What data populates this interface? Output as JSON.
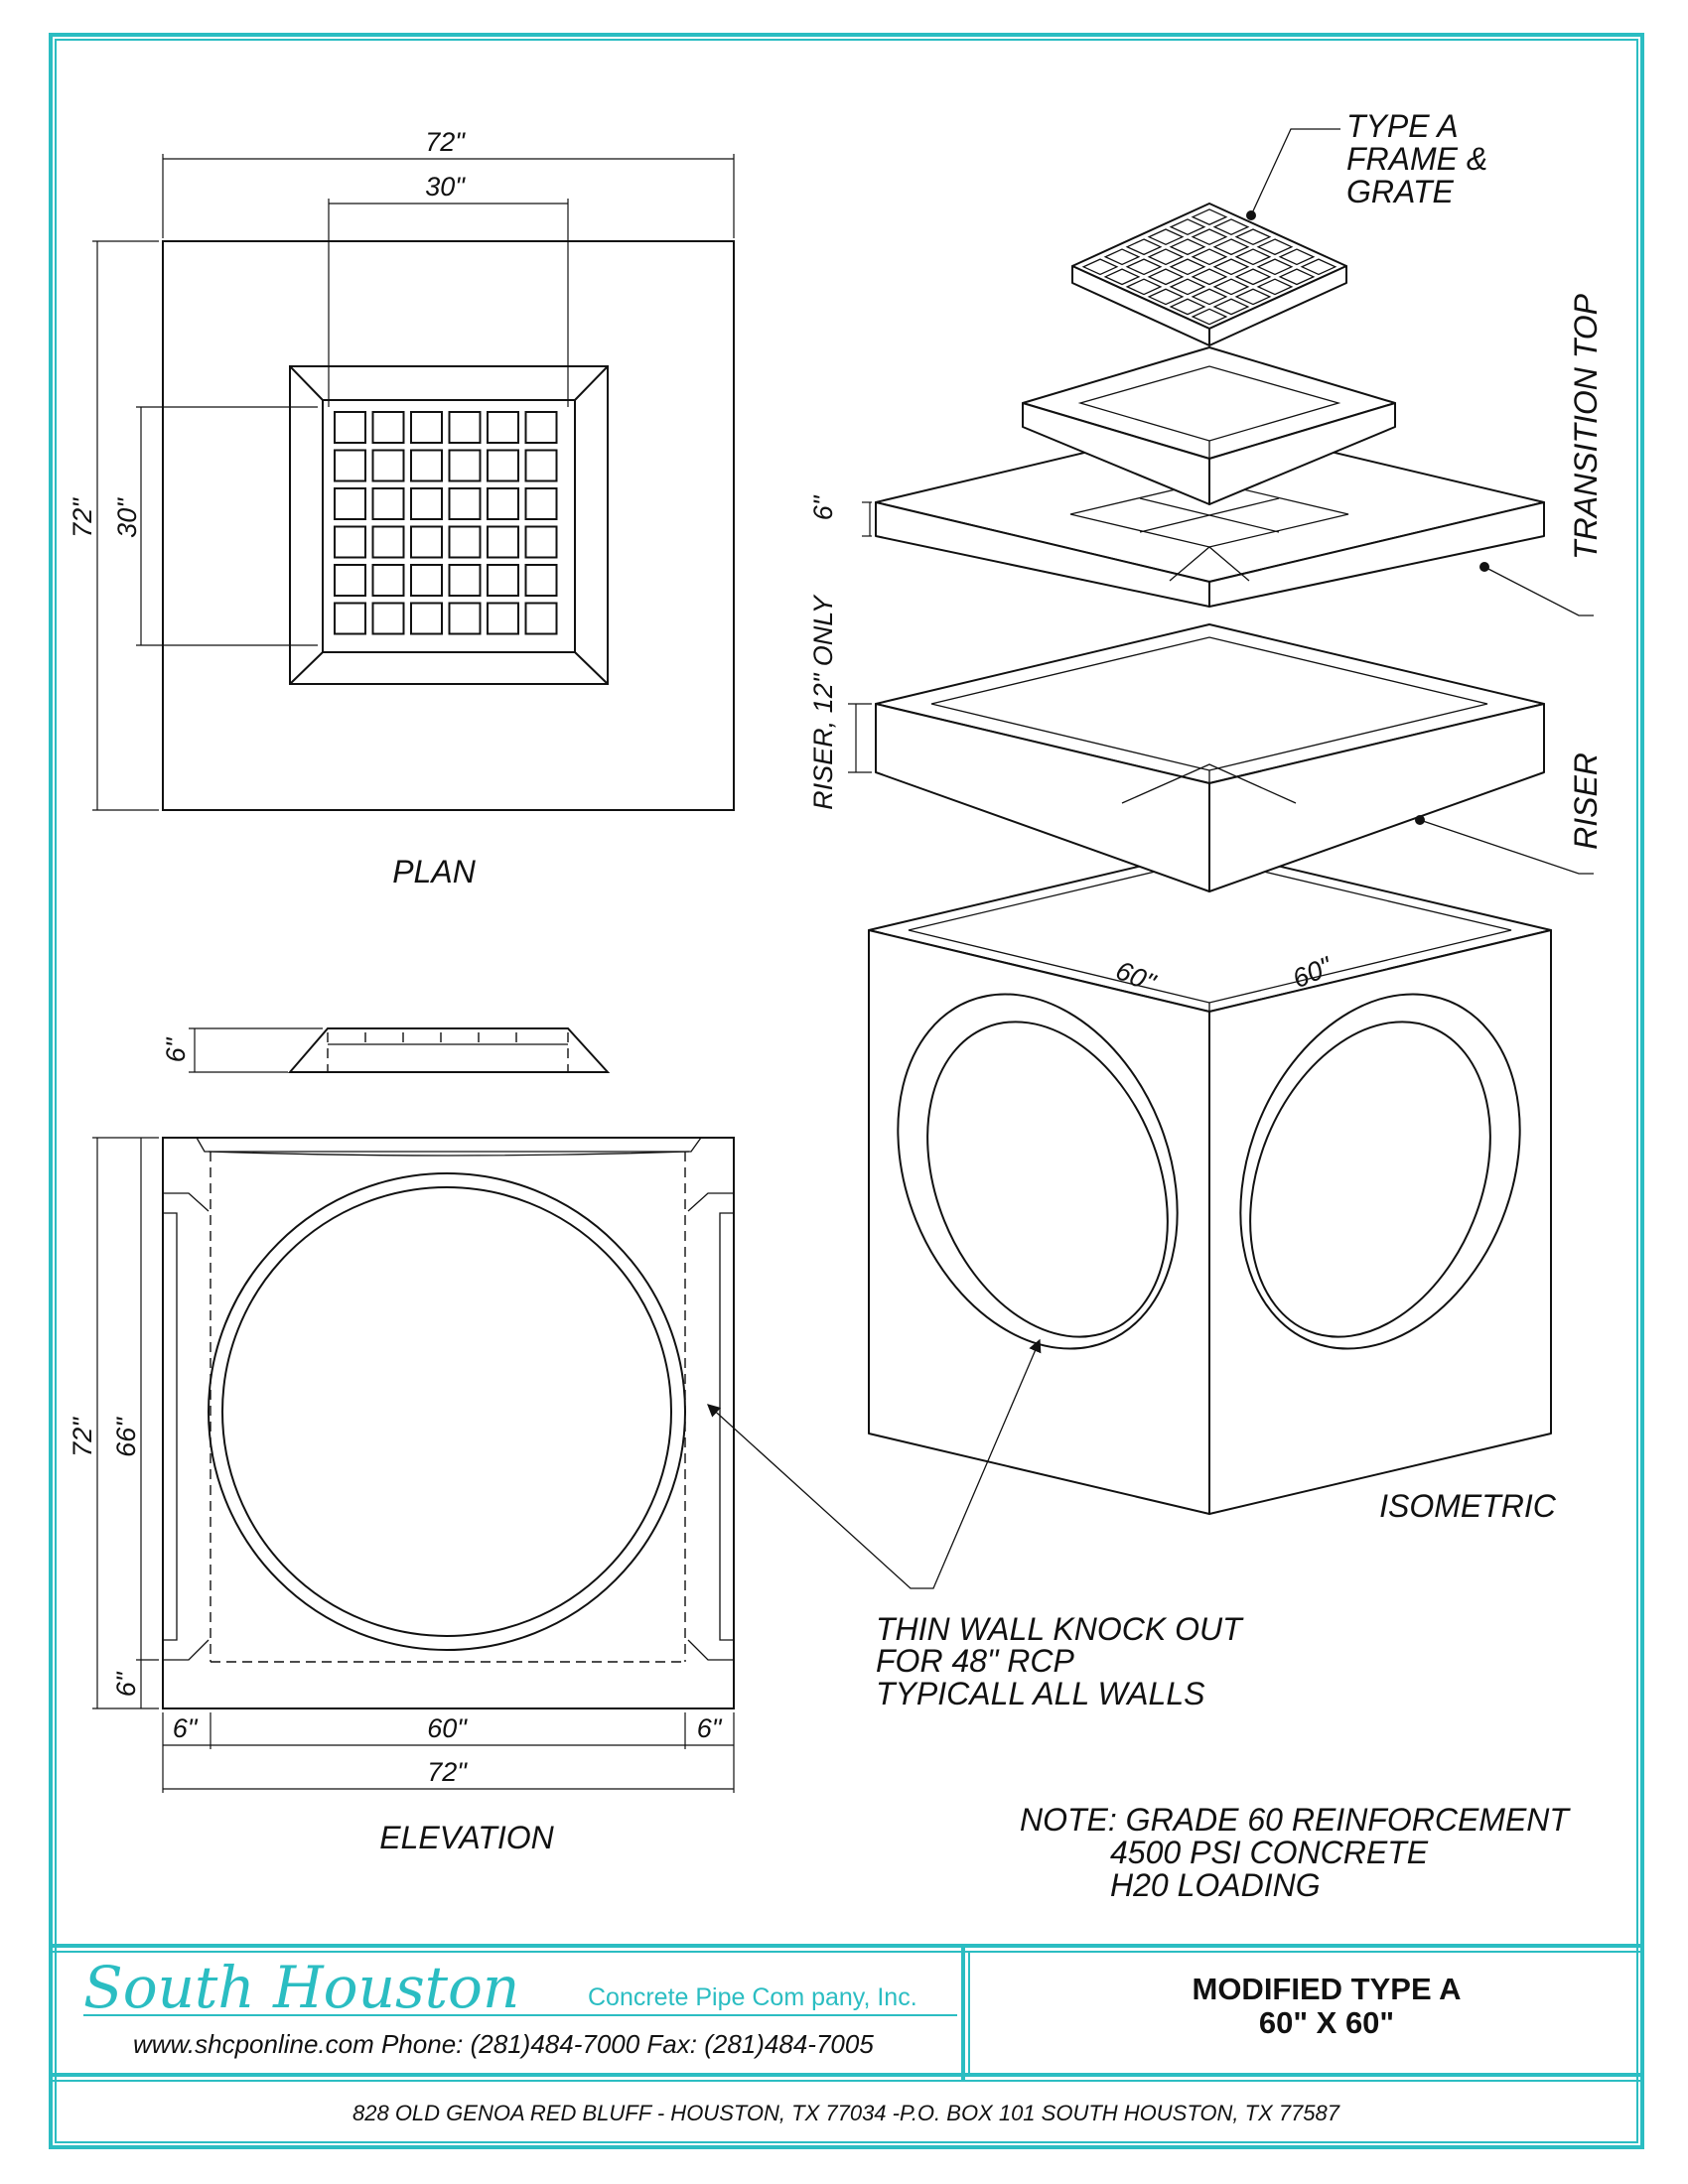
{
  "plan": {
    "title": "PLAN",
    "dim_top_overall": "72\"",
    "dim_top_opening": "30\"",
    "dim_left_overall": "72\"",
    "dim_left_opening": "30\""
  },
  "elevation": {
    "title": "ELEVATION",
    "dim_frame_height": "6\"",
    "dim_left_overall": "72\"",
    "dim_left_inner": "66\"",
    "dim_left_base": "6\"",
    "dim_bottom_left_wall": "6\"",
    "dim_bottom_inner": "60\"",
    "dim_bottom_right_wall": "6\"",
    "dim_bottom_overall": "72\""
  },
  "isometric": {
    "title": "ISOMETRIC",
    "frame_label": [
      "TYPE A",
      "FRAME &",
      "GRATE"
    ],
    "transition_label": "TRANSITION TOP",
    "transition_dim": "6\"",
    "riser_label": "RISER",
    "riser_dim_label": "RISER, 12\" ONLY",
    "box_dim_left": "60\"",
    "box_dim_right": "60\""
  },
  "knockout_note": [
    "THIN WALL KNOCK OUT",
    "FOR 48\" RCP",
    "TYPICALL ALL WALLS"
  ],
  "note": [
    "NOTE: GRADE 60 REINFORCEMENT",
    "4500 PSI CONCRETE",
    "H20 LOADING"
  ],
  "title_block": {
    "company_name": "South Houston",
    "company_sub": "Concrete Pipe Com pany, Inc.",
    "contact": "www.shcponline.com  Phone: (281)484-7000  Fax: (281)484-7005",
    "drawing_title": "MODIFIED TYPE A",
    "drawing_size": "60\" X 60\"",
    "address": "828 OLD GENOA RED BLUFF - HOUSTON, TX 77034 -P.O. BOX 101 SOUTH HOUSTON, TX 77587"
  },
  "colors": {
    "border": "#2bbdc2",
    "ink": "#111111"
  }
}
